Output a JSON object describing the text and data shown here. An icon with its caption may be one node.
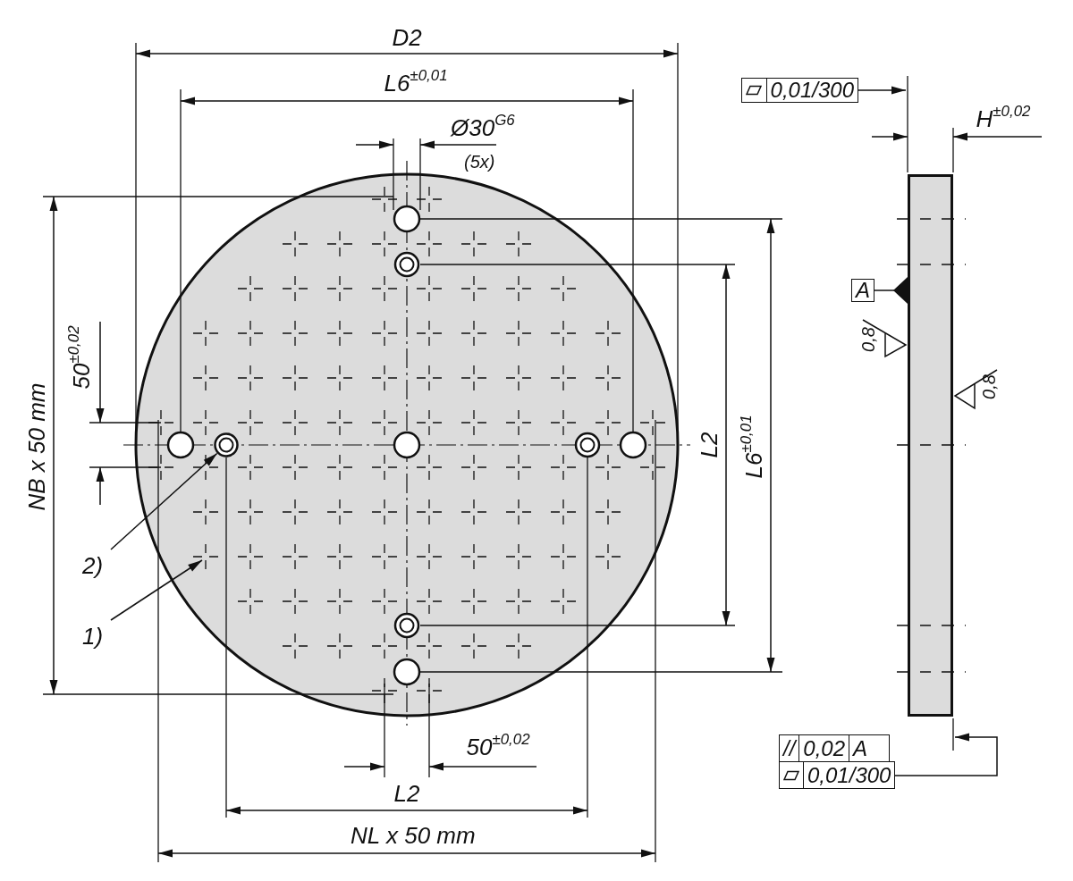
{
  "diagram": {
    "nodes": [
      {
        "text": [
          "0,01/300"
        ]
      },
      {
        "text": [],
        "shape": "bar"
      },
      {
        "text": [
          "A"
        ]
      },
      {
        "text": [],
        "shape": "circle"
      },
      {
        "text": [
          "2)"
        ]
      },
      {
        "text": [
          "1)"
        ]
      },
      {
        "text": [
          "//",
          "0,02",
          "A"
        ]
      },
      {
        "text": [
          "0,01/300"
        ]
      }
    ],
    "edges": [
      {
        "from": 0,
        "to": null,
        "arrow": "to"
      },
      {
        "from": 2,
        "to": 1,
        "arrow": "other"
      },
      {
        "from": 4,
        "to": 3,
        "arrow": "to"
      },
      {
        "from": 5,
        "to": null,
        "arrow": "to"
      },
      {
        "from": 7,
        "to": 1,
        "arrow": "to"
      }
    ],
    "labels": [
      "D2",
      "L6$^{±0,01}$",
      "Ø30$^{G6}$",
      "(5x)",
      "H$^{±0,02}$",
      "50$^{±0,02}$",
      "NB x 50 mm",
      "L2",
      "L6$^{±0,01}$",
      "0,8",
      "0,8",
      "50$^{±0,02}$",
      "L2",
      "NL x 50 mm"
    ]
  }
}
